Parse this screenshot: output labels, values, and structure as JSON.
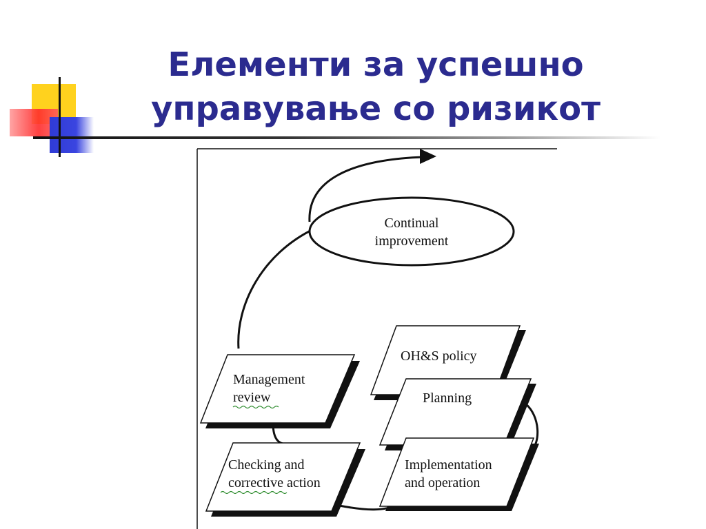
{
  "title": {
    "line1": "Елементи за успешно",
    "line2": "управување со ризикот"
  },
  "diagram": {
    "continual": {
      "line1": "Continual",
      "line2": "improvement"
    },
    "policy": "OH&S policy",
    "planning": "Planning",
    "implementation": {
      "line1": "Implementation",
      "line2": "and operation"
    },
    "checking": {
      "line1": "Checking and",
      "line2": "corrective action"
    },
    "review": {
      "line1": "Management",
      "line2": "review"
    }
  }
}
